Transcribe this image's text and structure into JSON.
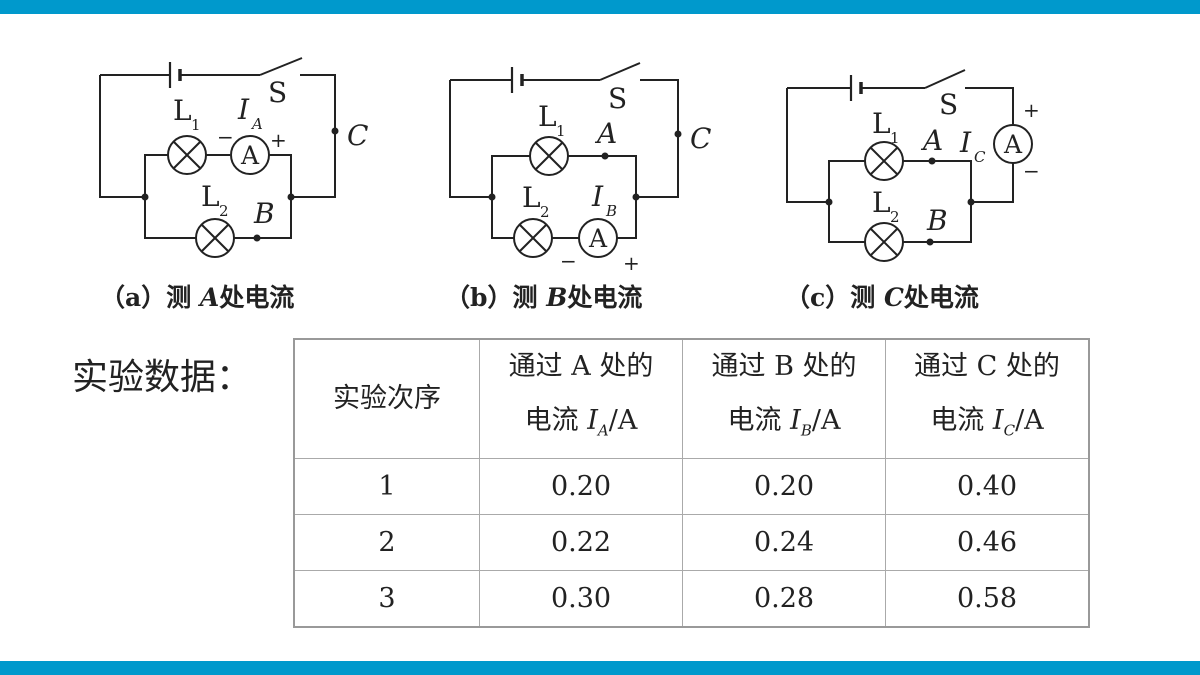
{
  "colors": {
    "accent_bar": "#0099cc",
    "line": "#222222"
  },
  "circuits": [
    {
      "caption_prefix": "（a）测 ",
      "caption_point": "A",
      "caption_suffix": "处电流",
      "labels": {
        "s": "S",
        "c": "C",
        "l1": "L",
        "l1_sub": "1",
        "l2": "L",
        "l2_sub": "2",
        "meter_i": "I",
        "meter_sub": "A",
        "meter": "A",
        "minus": "−",
        "plus": "+",
        "b": "B"
      }
    },
    {
      "caption_prefix": "（b）测 ",
      "caption_point": "B",
      "caption_suffix": "处电流",
      "labels": {
        "s": "S",
        "c": "C",
        "a": "A",
        "l1": "L",
        "l1_sub": "1",
        "l2": "L",
        "l2_sub": "2",
        "meter_i": "I",
        "meter_sub": "B",
        "meter": "A",
        "minus": "−",
        "plus": "+"
      }
    },
    {
      "caption_prefix": "（c）测 ",
      "caption_point": "C",
      "caption_suffix": "处电流",
      "labels": {
        "s": "S",
        "a": "A",
        "b": "B",
        "l1": "L",
        "l1_sub": "1",
        "l2": "L",
        "l2_sub": "2",
        "meter_i": "I",
        "meter_sub": "C",
        "meter": "A",
        "minus": "−",
        "plus": "+"
      }
    }
  ],
  "data_section": {
    "label": "实验数据：",
    "header": {
      "col0": "实验次序",
      "col1_line1": "通过 A 处的",
      "col1_line2_pre": "电流 ",
      "col1_i": "I",
      "col1_sub": "A",
      "col1_unit": "/A",
      "col2_line1": "通过 B 处的",
      "col2_line2_pre": "电流 ",
      "col2_i": "I",
      "col2_sub": "B",
      "col2_unit": "/A",
      "col3_line1": "通过 C 处的",
      "col3_line2_pre": "电流 ",
      "col3_i": "I",
      "col3_sub": "C",
      "col3_unit": "/A"
    },
    "rows": [
      [
        "1",
        "0.20",
        "0.20",
        "0.40"
      ],
      [
        "2",
        "0.22",
        "0.24",
        "0.46"
      ],
      [
        "3",
        "0.30",
        "0.28",
        "0.58"
      ]
    ]
  }
}
